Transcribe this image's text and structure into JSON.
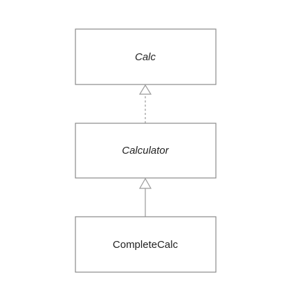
{
  "diagram": {
    "classes": [
      {
        "name": "Calc",
        "abstract": true
      },
      {
        "name": "Calculator",
        "abstract": true
      },
      {
        "name": "CompleteCalc",
        "abstract": false
      }
    ],
    "relations": [
      {
        "from": "Calculator",
        "to": "Calc",
        "kind": "realization",
        "line": "dashed"
      },
      {
        "from": "CompleteCalc",
        "to": "Calculator",
        "kind": "generalization",
        "line": "solid"
      }
    ]
  }
}
